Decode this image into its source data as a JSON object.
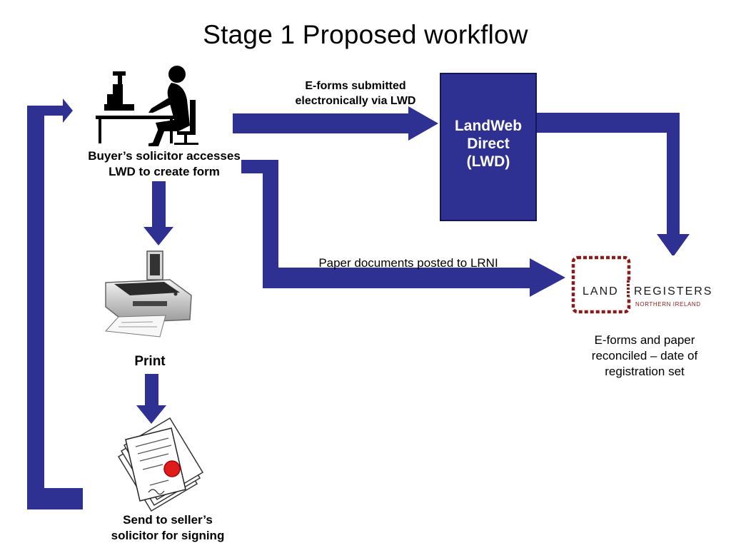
{
  "slide": {
    "title": "Stage 1 Proposed workflow"
  },
  "steps": {
    "buyer_label_line1": "Buyer’s solicitor accesses",
    "buyer_label_line2": "LWD to create form",
    "print_label": "Print",
    "send_label_line1": "Send to seller’s",
    "send_label_line2": "solicitor for signing"
  },
  "lwd": {
    "line1": "LandWeb",
    "line2": "Direct",
    "line3": "(LWD)"
  },
  "flows": {
    "eforms_line1": "E-forms submitted",
    "eforms_line2": "electronically via LWD",
    "paper_label": "Paper documents posted to LRNI"
  },
  "lrni": {
    "logo_word1": "LAND",
    "logo_word2": "REGISTERS",
    "logo_sub": "NORTHERN IRELAND",
    "result_line1": "E-forms and paper",
    "result_line2": "reconciled – date of",
    "result_line3": "registration set"
  },
  "colors": {
    "arrow": "#2e3192",
    "box": "#2e3192",
    "logo_red": "#8b1a1a",
    "seal_red": "#e01b1b"
  },
  "icons": [
    "computer-user-icon",
    "printer-icon",
    "signed-documents-icon"
  ]
}
